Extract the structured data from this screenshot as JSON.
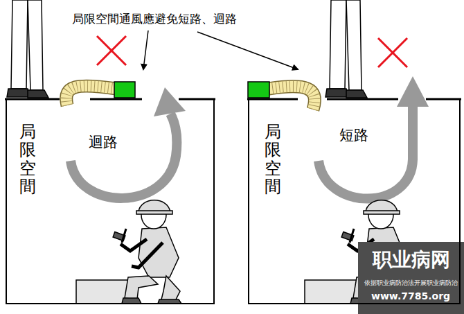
{
  "diagram": {
    "title": "局限空間通風應避免短路、迴路",
    "nodes": [
      {
        "text": [
          "局限空間",
          "迴路"
        ]
      },
      {
        "text": [
          "局限空間",
          "短路"
        ]
      }
    ],
    "labels": [
      "职业病网",
      "依据职业病防治法开展职业病防治",
      "www.7785.org"
    ]
  }
}
